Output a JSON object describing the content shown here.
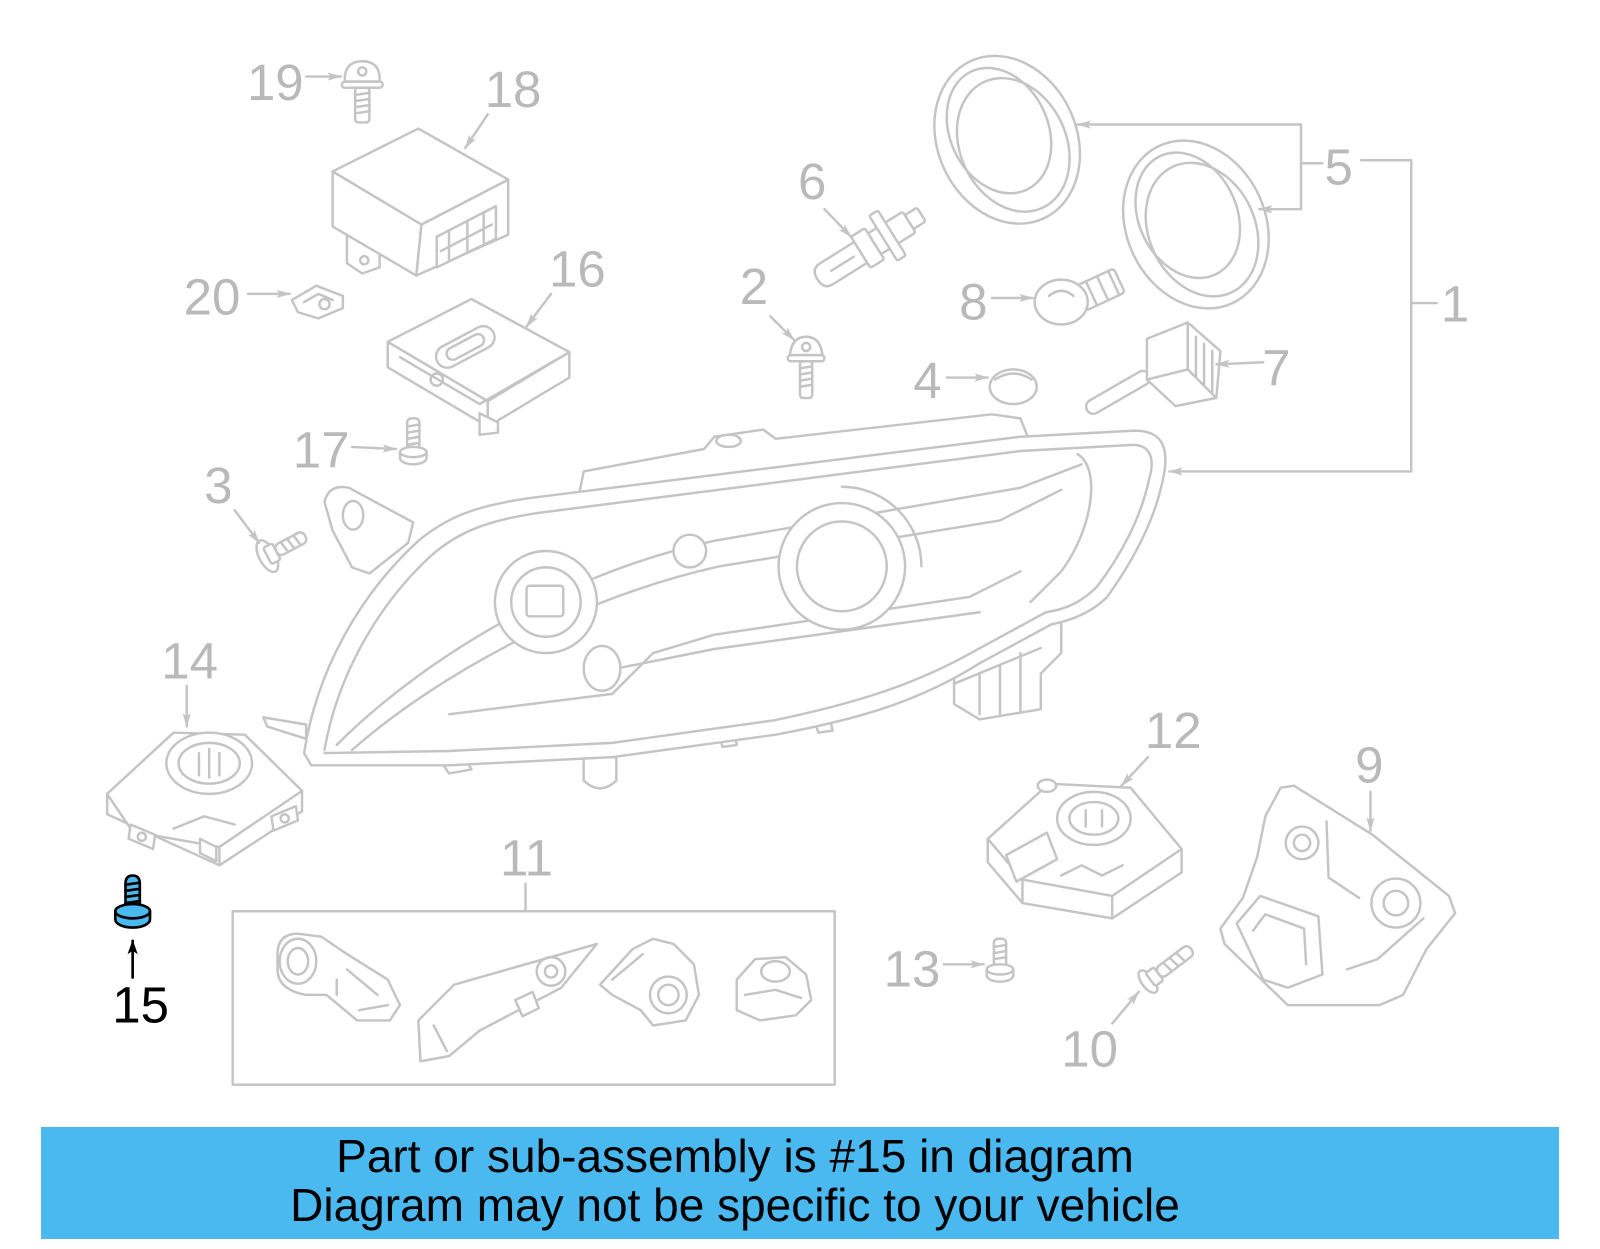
{
  "diagram": {
    "callouts": [
      "1",
      "2",
      "3",
      "4",
      "5",
      "6",
      "7",
      "8",
      "9",
      "10",
      "11",
      "12",
      "13",
      "14",
      "15",
      "16",
      "17",
      "18",
      "19",
      "20"
    ]
  },
  "banner": {
    "line1": "Part or sub-assembly is #15 in diagram",
    "line2": "Diagram may not be specific to your vehicle"
  },
  "colors": {
    "line": "#c4c4c4",
    "label": "#b9b9b9",
    "highlight_fill": "#4ab9f0",
    "highlight_stroke": "#000000",
    "highlight_label": "#000000",
    "banner": "#4ab9f0",
    "banner_text": "#000000"
  }
}
